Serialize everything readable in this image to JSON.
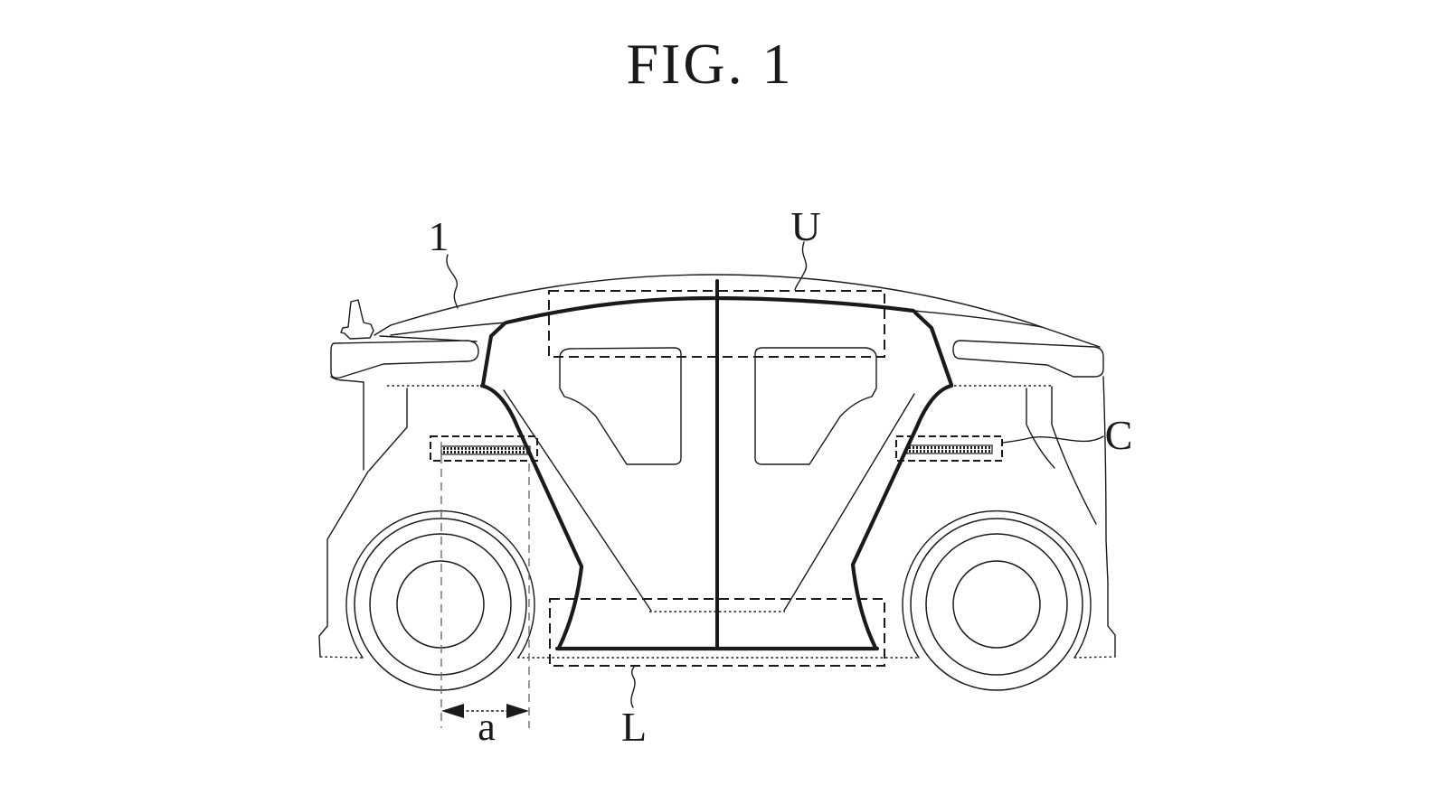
{
  "figure_title": "FIG. 1",
  "labels": {
    "vehicle": "1",
    "upper_body": "U",
    "center_body": "C",
    "lower_body": "L",
    "dimension": "a"
  },
  "colors": {
    "line": "#1a1a1a",
    "guide": "#6e6e6e",
    "background": "#ffffff"
  }
}
